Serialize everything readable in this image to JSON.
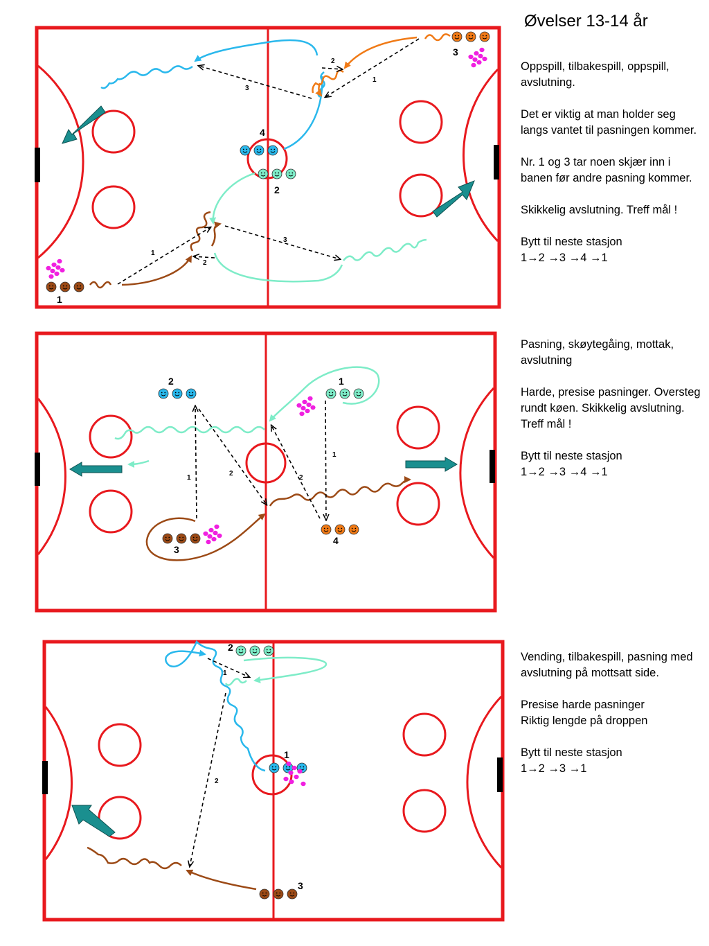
{
  "page": {
    "title": "Øvelser 13-14 år"
  },
  "colors": {
    "rink": "#e8191e",
    "goal": "#000000",
    "arrow_fill": "#1a8f8f",
    "light_blue": "#2ab8ec",
    "mint": "#7eecc8",
    "orange": "#f07a16",
    "brown": "#9c4a16",
    "magenta": "#f020e0"
  },
  "drills": [
    {
      "paragraphs": [
        "Oppspill, tilbakespill, oppspill, avslutning.",
        "Det er viktig at man holder seg langs vantet til pasningen kommer.",
        "Nr. 1 og 3 tar noen skjær inn i banen før andre pasning kommer.",
        "Skikkelig avslutning. Treff mål !",
        "Bytt til neste stasjon\n1→2 →3 →4 →1"
      ],
      "labels": {
        "group_1": "1",
        "group_2": "2",
        "group_3": "3",
        "group_4": "4",
        "pass_a1": "1",
        "pass_a2": "2",
        "pass_a3": "3",
        "pass_b1": "1",
        "pass_b2": "2",
        "pass_b3": "3"
      }
    },
    {
      "paragraphs": [
        "Pasning, skøytegåing, mottak, avslutning",
        "Harde, presise pasninger. Oversteg rundt køen. Skikkelig avslutning. Treff mål !",
        "Bytt til neste stasjon\n1→2 →3 →4 →1"
      ],
      "labels": {
        "group_1": "1",
        "group_2": "2",
        "group_3": "3",
        "group_4": "4",
        "pass_left_1": "1",
        "pass_left_2": "2",
        "pass_right_1": "1",
        "pass_right_2": "2"
      }
    },
    {
      "paragraphs": [
        "Vending, tilbakespill, pasning med avslutning på mottsatt side.",
        "Presise harde pasninger\nRiktig lengde på droppen",
        "Bytt til neste stasjon\n1→2 →3 →1"
      ],
      "labels": {
        "group_1": "1",
        "group_2": "2",
        "group_3": "3",
        "pass_1": "1",
        "pass_2": "2"
      }
    }
  ]
}
